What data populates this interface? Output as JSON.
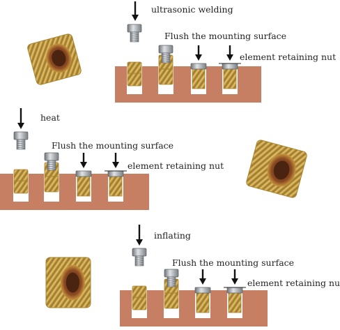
{
  "sections": [
    {
      "process_label": "ultrasonic welding",
      "flush_label": "Flush the mounting surface",
      "retain_label": "element retaining nut"
    },
    {
      "process_label": "heat",
      "flush_label": "Flush the mounting surface",
      "retain_label": "element retaining nut"
    },
    {
      "process_label": "inflating",
      "flush_label": "Flush the mounting surface",
      "retain_label": "element retaining nut"
    }
  ],
  "colors": {
    "substrate": "#c77f64",
    "brass": "#d9b256",
    "brass_dark": "#a8842f",
    "bolt": "#9ea3a8",
    "arrow": "#111111"
  },
  "icons": [
    "down-arrow-icon",
    "bolt-icon",
    "brass-insert-icon",
    "knurled-insert-icon"
  ]
}
